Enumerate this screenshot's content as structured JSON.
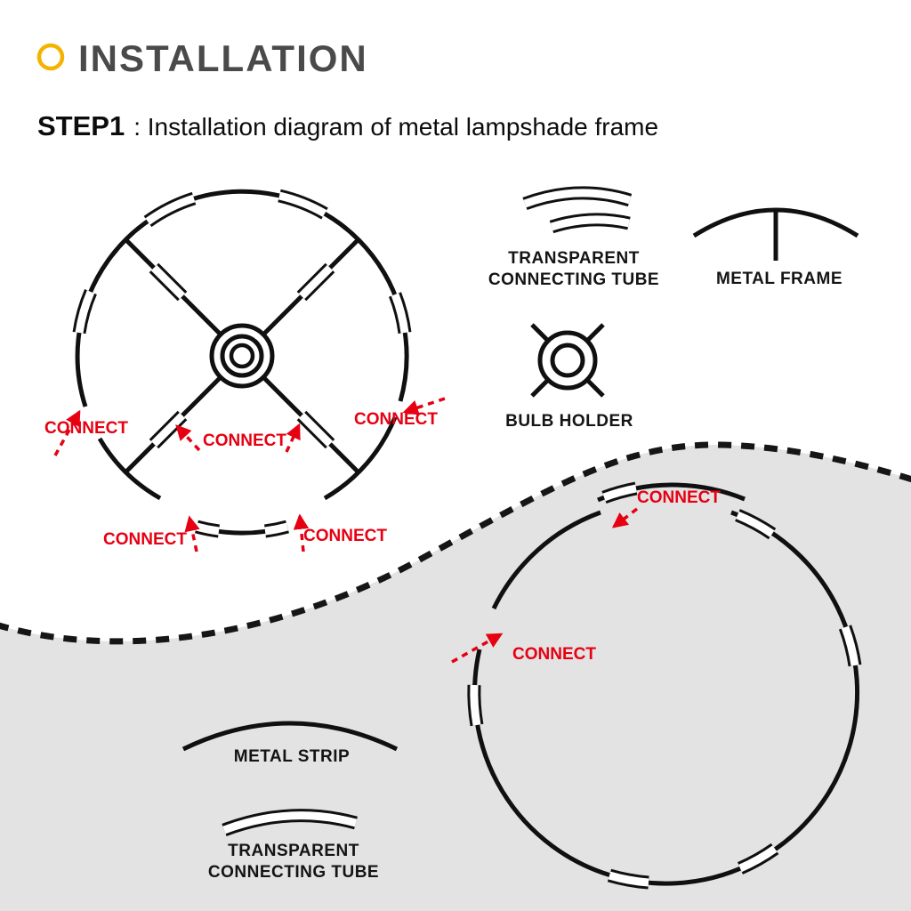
{
  "header": {
    "title": "INSTALLATION",
    "step_label": "STEP1",
    "step_rest": ": Installation diagram of metal lampshade frame"
  },
  "labels": {
    "transparent_line1": "TRANSPARENT",
    "transparent_line2": "CONNECTING TUBE",
    "metal_frame": "METAL FRAME",
    "bulb_holder": "BULB HOLDER",
    "metal_strip": "METAL STRIP",
    "connect": "CONNECT"
  },
  "colors": {
    "accent_red": "#e60012",
    "accent_yellow": "#f5b301",
    "lower_region_gray": "#e3e3e3",
    "line_black": "#111111",
    "title_gray": "#4a4a4a"
  }
}
